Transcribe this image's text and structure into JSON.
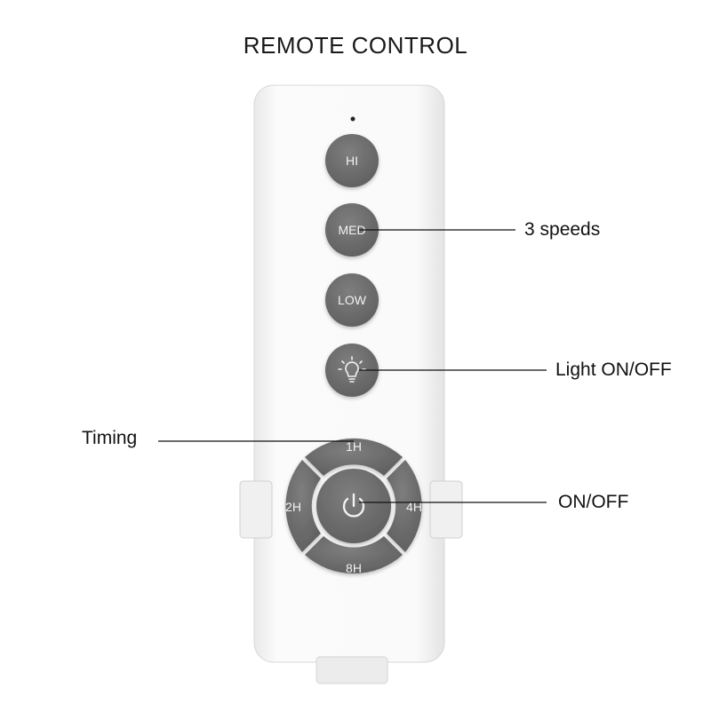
{
  "title": "REMOTE CONTROL",
  "buttons": {
    "hi": "HI",
    "med": "MED",
    "low": "LOW",
    "timer_1h": "1H",
    "timer_2h": "2H",
    "timer_4h": "4H",
    "timer_8h": "8H"
  },
  "icons": {
    "light": "light-bulb-icon",
    "power": "power-icon"
  },
  "callouts": {
    "speeds": "3 speeds",
    "light": "Light ON/OFF",
    "timing": "Timing",
    "power": "ON/OFF"
  },
  "colors": {
    "button_gray": "#6e6e6e",
    "body_white": "#f7f7f7",
    "label_text": "#f2f2f2"
  }
}
